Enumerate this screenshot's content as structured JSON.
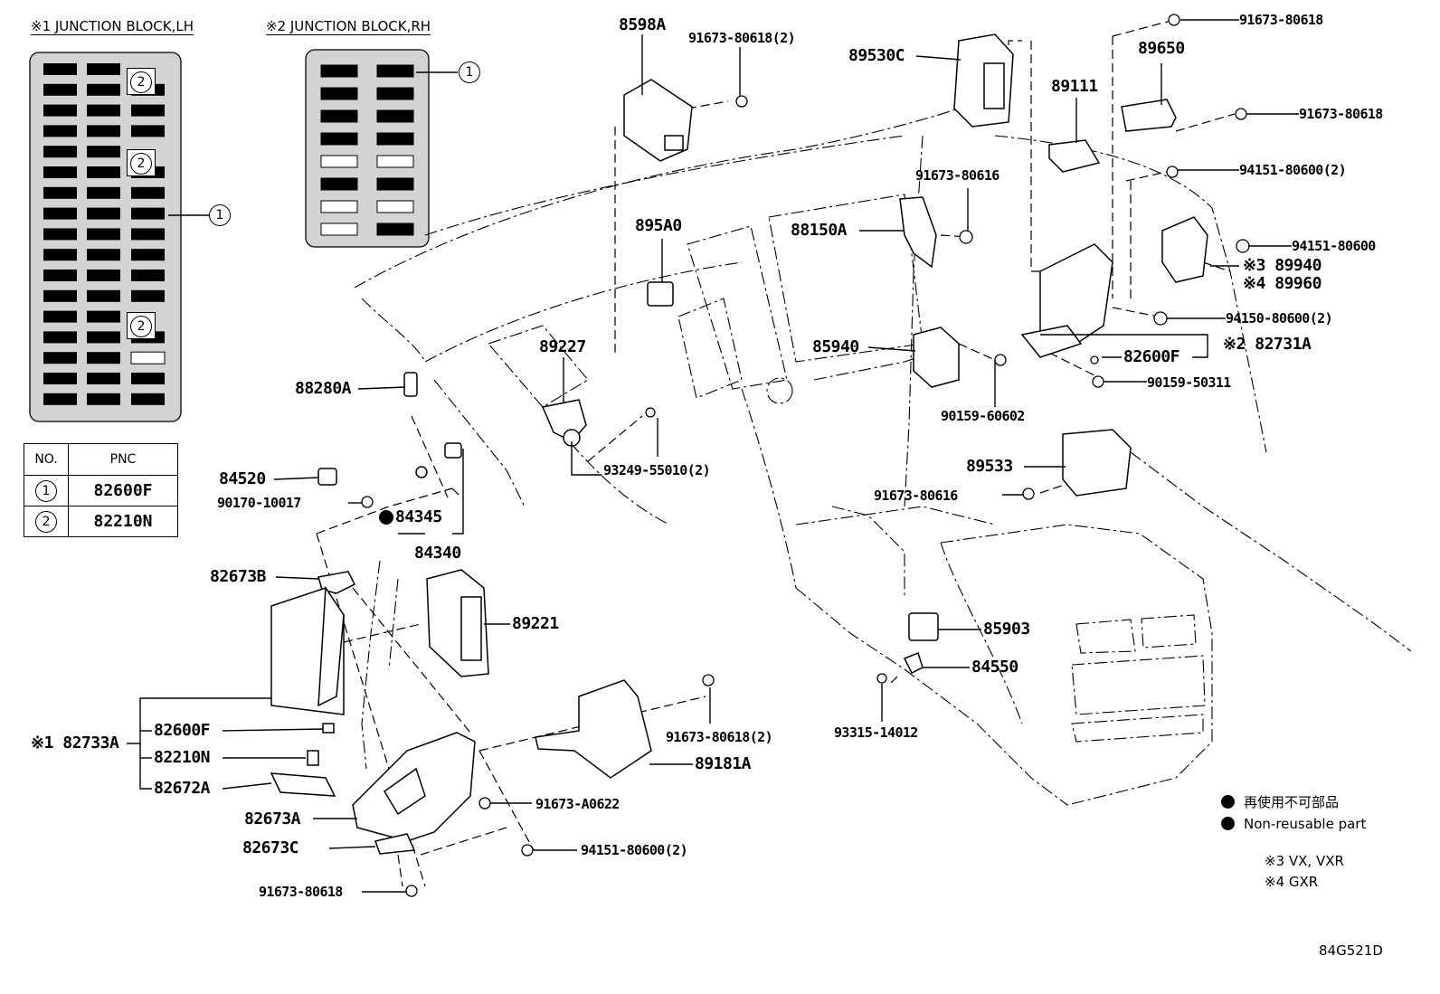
{
  "junction_blocks": {
    "lh_title": "※1 JUNCTION BLOCK,LH",
    "rh_title": "※2 JUNCTION BLOCK,RH",
    "circled_1": "1",
    "circled_2": "2"
  },
  "pnc_table": {
    "headers": [
      "NO.",
      "PNC"
    ],
    "rows": [
      {
        "no": "1",
        "pnc": "82600F"
      },
      {
        "no": "2",
        "pnc": "82210N"
      }
    ]
  },
  "part_labels": {
    "p8598A": "8598A",
    "p91673_80618_2_top": "91673-80618(2)",
    "p89530C": "89530C",
    "p91673_80618_topright": "91673-80618",
    "p89650": "89650",
    "p89111": "89111",
    "p91673_80618_right": "91673-80618",
    "p94151_80600_2_right": "94151-80600(2)",
    "p91673_80616_mid": "91673-80616",
    "p88150A": "88150A",
    "p895A0": "895A0",
    "p94151_80600": "94151-80600",
    "p89940": "※3 89940",
    "p89960": "※4 89960",
    "p94150_80600_2": "94150-80600(2)",
    "p82731A": "※2 82731A",
    "p82600F_right": "82600F",
    "p90159_50311": "90159-50311",
    "p85940": "85940",
    "p89227": "89227",
    "p88280A": "88280A",
    "p90159_60602": "90159-60602",
    "p89533": "89533",
    "p93249_55010_2": "93249-55010(2)",
    "p84520": "84520",
    "p91673_80616_lower": "91673-80616",
    "p90170_10017": "90170-10017",
    "p84345": "84345",
    "p84340": "84340",
    "p82673B": "82673B",
    "p89221": "89221",
    "p85903": "85903",
    "p84550": "84550",
    "p93315_14012": "93315-14012",
    "p82733A": "※1 82733A",
    "p82600F_left": "82600F",
    "p82210N": "82210N",
    "p82672A": "82672A",
    "p91673_80618_2_mid": "91673-80618(2)",
    "p89181A": "89181A",
    "p91673_A0622": "91673-A0622",
    "p82673A": "82673A",
    "p82673C": "82673C",
    "p94151_80600_2_bottom": "94151-80600(2)",
    "p91673_80618_bottom": "91673-80618"
  },
  "legend": {
    "jp": "再使用不可部品",
    "en": "Non-reusable part"
  },
  "notes": {
    "note3": "※3 VX, VXR",
    "note4": "※4 GXR"
  },
  "drawing_code": "84G521D"
}
